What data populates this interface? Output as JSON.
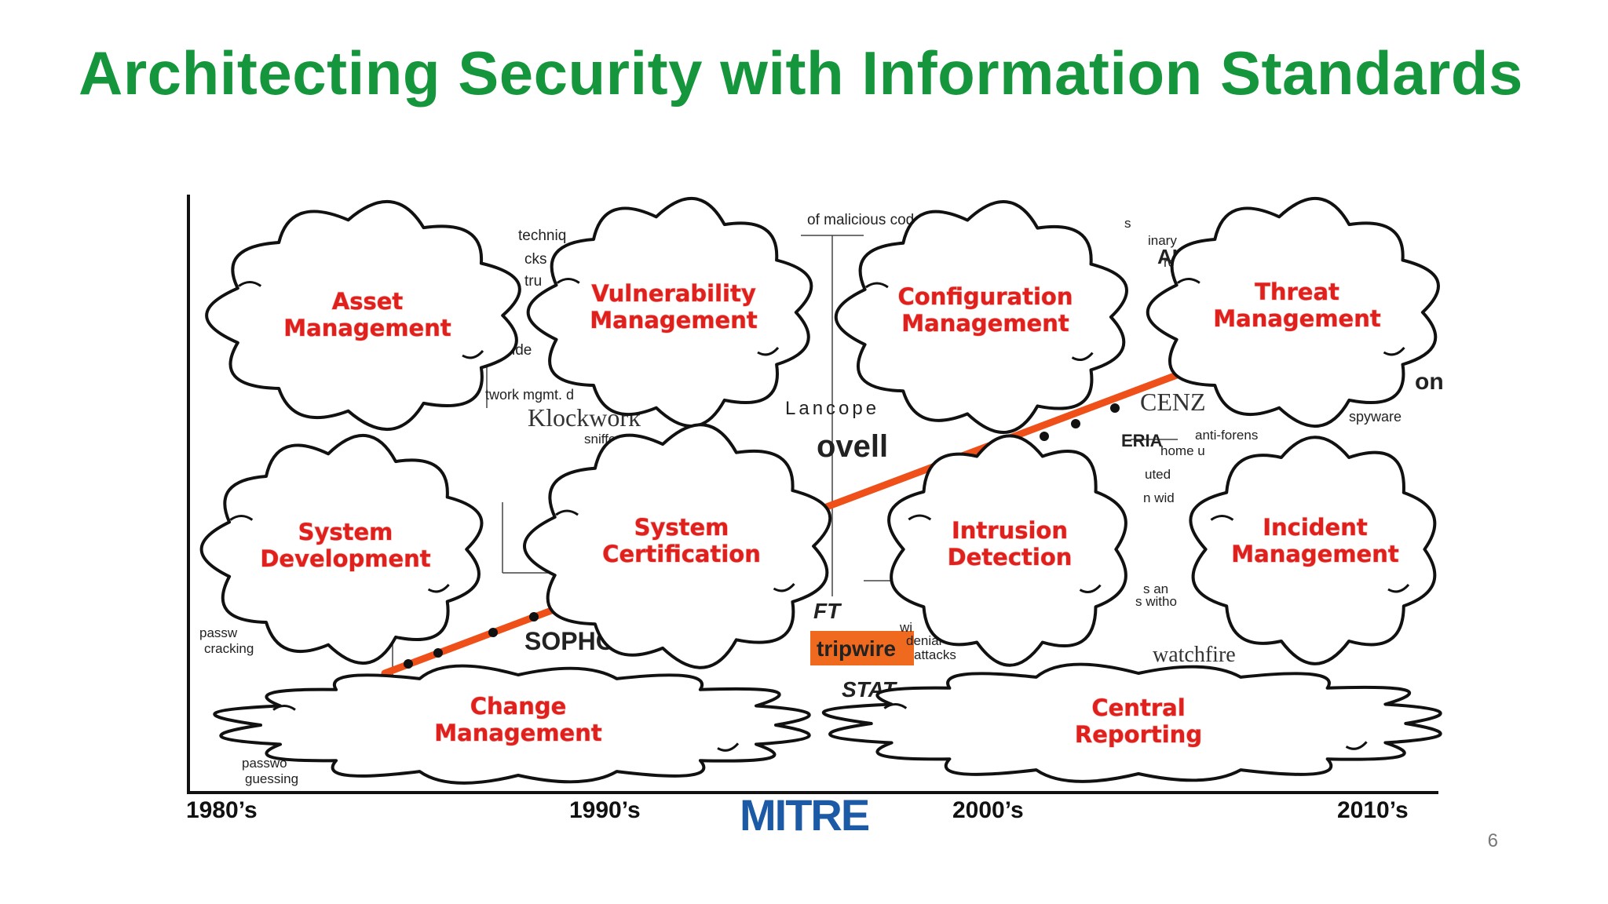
{
  "slide": {
    "title": "Architecting Security with Information Standards",
    "page_number": "6"
  },
  "timeline": {
    "ticks": [
      "1980’s",
      "1990’s",
      "2000’s",
      "2010’s"
    ],
    "logo": "MITRE"
  },
  "clouds": [
    {
      "id": "asset",
      "lines": [
        "Asset",
        "Management"
      ]
    },
    {
      "id": "vulnerability",
      "lines": [
        "Vulnerability",
        "Management"
      ]
    },
    {
      "id": "configuration",
      "lines": [
        "Configuration",
        "Management"
      ]
    },
    {
      "id": "threat",
      "lines": [
        "Threat",
        "Management"
      ]
    },
    {
      "id": "system-development",
      "lines": [
        "System",
        "Development"
      ]
    },
    {
      "id": "system-certification",
      "lines": [
        "System",
        "Certification"
      ]
    },
    {
      "id": "intrusion",
      "lines": [
        "Intrusion",
        "Detection"
      ]
    },
    {
      "id": "incident",
      "lines": [
        "Incident",
        "Management"
      ]
    },
    {
      "id": "change",
      "lines": [
        "Change",
        "Management"
      ]
    },
    {
      "id": "central",
      "lines": [
        "Central",
        "Reporting"
      ]
    }
  ],
  "background_fragments": [
    "of malicious code",
    "techniq",
    "cks",
    "tru",
    "ide",
    "twork mgmt. d",
    "Klockwork",
    "sniffers",
    "Lancope",
    "ovell",
    "CENZ",
    "spyware",
    "ERIA",
    "anti-forens",
    "home u",
    "uted",
    "n wid",
    "s an",
    "s witho",
    "passw",
    "cracking",
    "SOPHOS",
    "FT",
    "tripwire",
    "denial",
    "attacks",
    "wi",
    "STAT",
    "watchfire",
    "passwo",
    "guessing",
    "inary",
    "AI",
    "reas",
    "s",
    "on"
  ]
}
